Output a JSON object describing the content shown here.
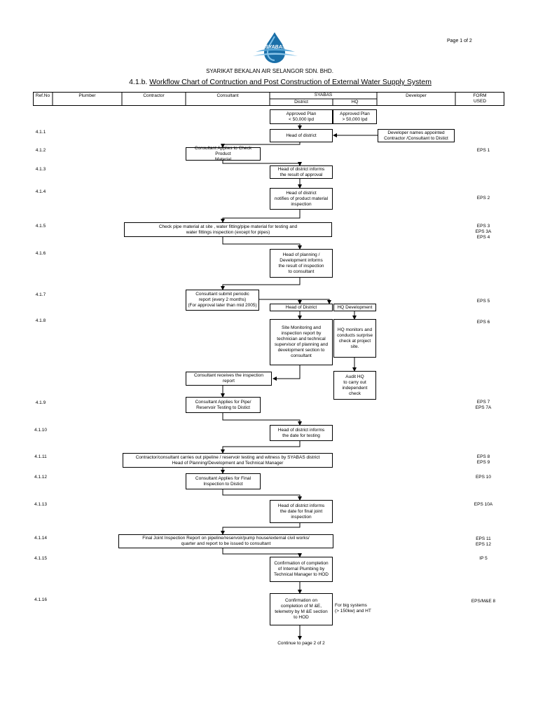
{
  "logo": {
    "text": "SYABAS",
    "color": "#1a6fa8"
  },
  "page_label": "Page 1 of 2",
  "company": "SYARIKAT BEKALAN AIR SELANGOR SDN. BHD.",
  "title_prefix": "4.1.b.",
  "title": "Workflow Chart of Contruction and Post Construction of External Water Supply System",
  "columns": {
    "refno": "Ref.No",
    "plumber": "Plumber",
    "contractor": "Contractor",
    "consultant": "Consultant",
    "syabas": "SYABAS",
    "district": "District",
    "hq": "HQ",
    "developer": "Developer",
    "form_used": "FORM\nUSED"
  },
  "boxes": {
    "approved_district": "Approved Plan\n< 50,000 lpd",
    "approved_hq": "Approved Plan\n> 50,000 lpd",
    "b411_hod": "Head of district",
    "b411_dev": "Developer names appointed\nContractor /Consultant to Distict",
    "b412": "Consultant Applies to Check Product\nMaterial",
    "b413": "Head of district informs\nthe result of approval",
    "b414": "Head of district\nnotifies of product material\ninspection",
    "b415": "Check pipe material at site , water fitting/pipe material for testing and\nwater fittings inspection (except for pipes)",
    "b416": "Head of planning /\nDevelopment informs\nthe result of inspection\nto consultant",
    "b417": "Consultant submit periodic\nreport (every 2 months)\n(For approval later than mid 2005)",
    "b417_hod": "Head of District",
    "b417_hq": "HQ Development",
    "b418_site": "Site Monitoring and\ninspection report by\ntechnician and technical\nsupervisor of planning and\ndevelopment section to\nconsultant",
    "b418_hq": "HQ monitors and\nconducts surprise\ncheck at project\nsite.",
    "b418_cons": "Consultant receives the inspection\nreport",
    "b418_audit": "Audit HQ\nto carry out\nindependent\ncheck",
    "b419": "Consultant Applies for Pipe/\nReservoir Testing to Distict",
    "b4110": "Head of district informs\nthe date for testing",
    "b4111": "Contractor/consultant carries out pipeline / reservoir testing and witness by SYABAS district\nHead of Planning/Development and Technical Manager",
    "b4112": "Consultant Applies for Final\nInspection to Distict",
    "b4113": "Head of district informs\nthe date for final joint\ninspection",
    "b4114": "Final Joint Inspection Report on pipeline/reservoir/pump house/external civil works/\nquarter and report to be issued to consultant",
    "b4115": "Confirmation of completion\nof Internal Plumbing by\nTechnical Manager to HOD",
    "b4116": "Confirmation on\ncompletion of M &E,\ntelemetry by M &E section\nto HOD",
    "b4116_side": "For big systems\n(> 150kw) and HT",
    "continue": "Continue to page 2 of 2"
  },
  "refs": [
    "4.1.1",
    "4.1.2",
    "4.1.3",
    "4.1.4",
    "4.1.5",
    "4.1.6",
    "4.1.7",
    "4.1.8",
    "4.1.9",
    "4.1.10",
    "4.1.11",
    "4.1.12",
    "4.1.13",
    "4.1.14",
    "4.1.15",
    "4.1.16"
  ],
  "forms": {
    "f412": "EPS 1",
    "f414": "EPS 2",
    "f415": "EPS 3\nEPS 3A\nEPS 4",
    "f417": "EPS 5",
    "f418": "EPS 6",
    "f419": "EPS 7\nEPS 7A",
    "f4111": "EPS 8\nEPS 9",
    "f4112": "EPS 10",
    "f4113": "EPS 10A",
    "f4114": "EPS 11\nEPS 12",
    "f4115": "IP 5",
    "f4116": "EPS/M&E 8"
  }
}
